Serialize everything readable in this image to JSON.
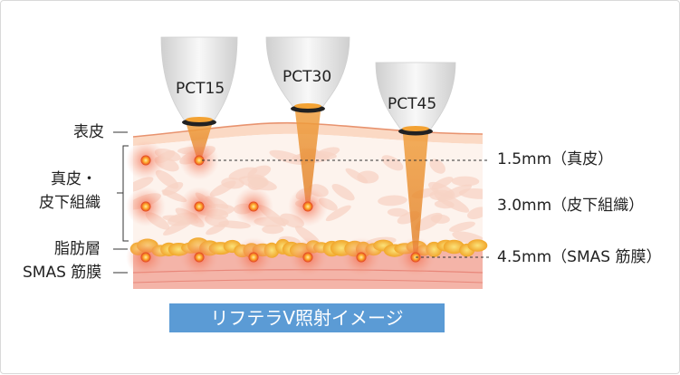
{
  "probes": [
    {
      "id": "pct15",
      "label": "PCT15"
    },
    {
      "id": "pct30",
      "label": "PCT30"
    },
    {
      "id": "pct45",
      "label": "PCT45"
    }
  ],
  "layers_left": {
    "epidermis": "表皮",
    "dermis_line1": "真皮・",
    "dermis_line2": "皮下組織",
    "fat": "脂肪層",
    "smas": "SMAS 筋膜"
  },
  "depths": [
    {
      "label": "1.5mm（真皮）"
    },
    {
      "label": "3.0mm（皮下組織）"
    },
    {
      "label": "4.5mm（SMAS 筋膜）"
    }
  ],
  "caption": "リフテラV照射イメージ",
  "colors": {
    "caption_bg": "#5b9bd5",
    "skin_top": "#fbe3d5",
    "dermis": "#fdf1ea",
    "fat": "#f4b63c",
    "smas": "#f2a9a0",
    "beam": "#e88a2a",
    "focus_core": "#e8452a",
    "focus_glow": "#f36f5b",
    "probe": "#e6e6e6"
  }
}
